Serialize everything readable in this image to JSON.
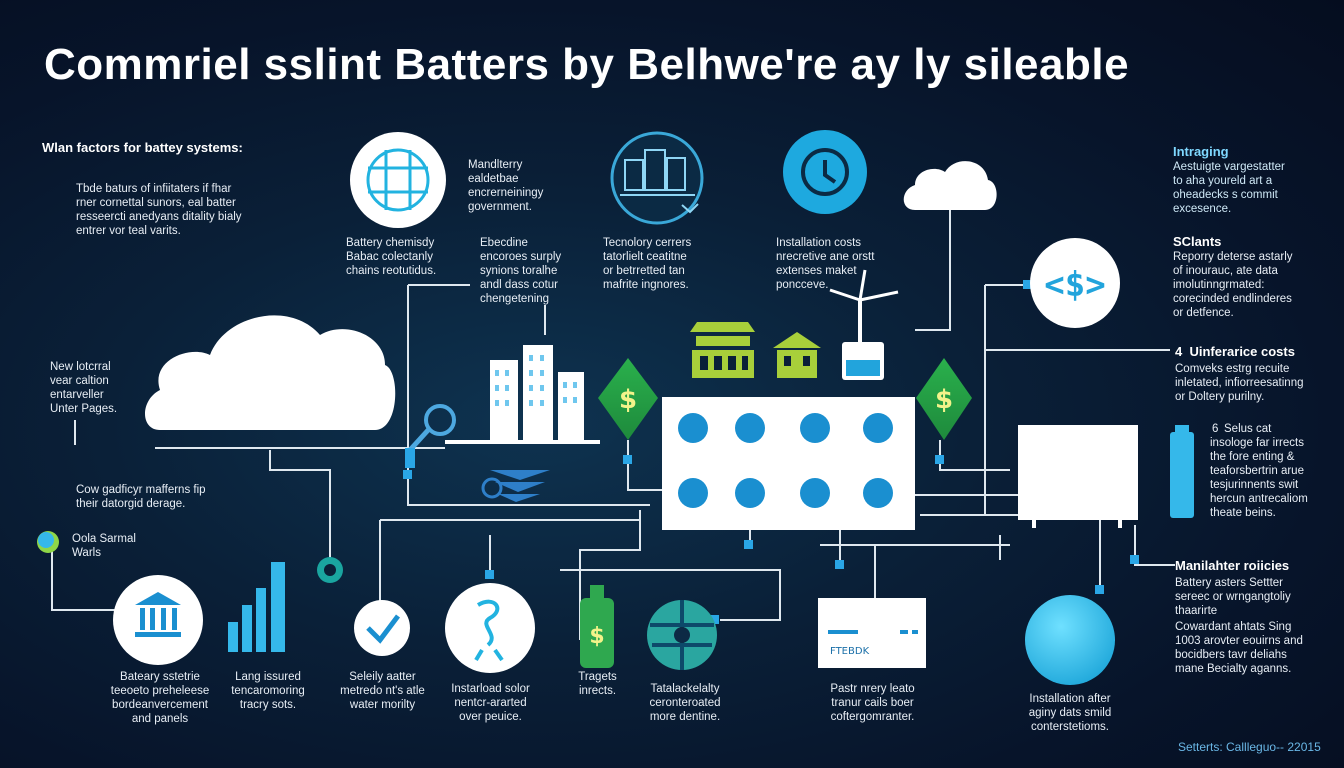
{
  "title": "Commriel sslint Batters by Belhwe're ay ly sileable",
  "left": {
    "heading": "Wlan factors for battey systems:",
    "intro": [
      "Tbde baturs of infiitaters if fhar",
      "rner cornettal sunors, eal batter",
      "resseercti anedyans ditality bialy",
      "entrer vor teal varits."
    ],
    "note1": [
      "New lotcrral",
      "vear caltion",
      "entarveller",
      "Unter Pages."
    ],
    "note2": [
      "Cow gadficyr mafferns fip",
      "their datorgid derage."
    ],
    "legend": [
      "Oola Sarmal",
      "Warls"
    ]
  },
  "top_row": {
    "manufacturing": [
      "Mandlterry",
      "ealdetbae",
      "encrerneiningy",
      "government."
    ],
    "chemistry": [
      "Battery chemisdy",
      "Babac colectanly",
      "chains reotutidus."
    ],
    "electric": [
      "Ebecdine",
      "encoroes surply",
      "synions toralhe",
      "andl dass cotur",
      "chengetening"
    ],
    "technology": [
      "Tecnolory cerrers",
      "tatorlielt ceatitne",
      "or betrretted tan",
      "mafrite ingnores."
    ],
    "installation": [
      "Installation costs",
      "nrecretive ane orstt",
      "extenses maket",
      "poncceve."
    ]
  },
  "right": {
    "integrating": {
      "heading": "Intraging",
      "body": [
        "Aestuigte vargestatter",
        "to aha youreld art a",
        "oheadecks s commit",
        "excesence."
      ]
    },
    "clients": {
      "heading": "SClants",
      "body": [
        "Reporry deterse astarly",
        "of inourauc, ate data",
        "imolutinngrmated:",
        "corecinded endlinderes",
        "or detfence."
      ]
    },
    "uinferance": {
      "heading": "Uinferarice costs",
      "number": "4",
      "body": [
        "Comveks estrg recuite",
        "inletated, infiorreesatinng",
        "or Doltery purilny."
      ]
    },
    "solus": {
      "number": "6",
      "body": [
        "Selus cat",
        "insologe far irrects",
        "the fore enting &",
        "teaforsbertrin arue",
        "tesjurinnents swit",
        "hercun antrecaliom",
        "theate beins."
      ]
    },
    "policies": {
      "heading": "Manilahter roiicies",
      "body1": [
        "Battery asters Settter",
        "sereec or wrngangtoliy",
        "thaarirte"
      ],
      "body2": [
        "Cowardant ahtats Sing",
        "1003 arovter eouirns and",
        "bocidbers tavr deliahs",
        "mane Becialty aganns."
      ]
    }
  },
  "bottom": {
    "battery": [
      "Bateary sstetrie",
      "teeoeto preheleese",
      "bordeanvercement",
      "and panels"
    ],
    "lang": [
      "Lang issured",
      "tencaromoring",
      "tracry sots."
    ],
    "safety": [
      "Seleily aatter",
      "metredo nt's atle",
      "water morilty"
    ],
    "installed": [
      "Instarload solor",
      "nentcr-ararted",
      "over peuice."
    ],
    "targets": [
      "Tragets",
      "inrects."
    ],
    "total": [
      "Tatalackelalty",
      "ceronteroated",
      "more dentine."
    ],
    "pastr": [
      "Pastr nrery leato",
      "tranur cails boer",
      "coftergomranter."
    ],
    "installation_after": [
      "Installation after",
      "aginy dats smild",
      "conterstetioms."
    ],
    "display_label": "FTEBDK"
  },
  "footer": "Setterts: Callleguo-- 22015",
  "icons": {
    "dollar": "$",
    "code_dollar": "<$>"
  },
  "colors": {
    "accent_cyan": "#35b8ea",
    "accent_green": "#2fa84f",
    "lime": "#a8cf3a",
    "line": "#dfe8ef"
  }
}
